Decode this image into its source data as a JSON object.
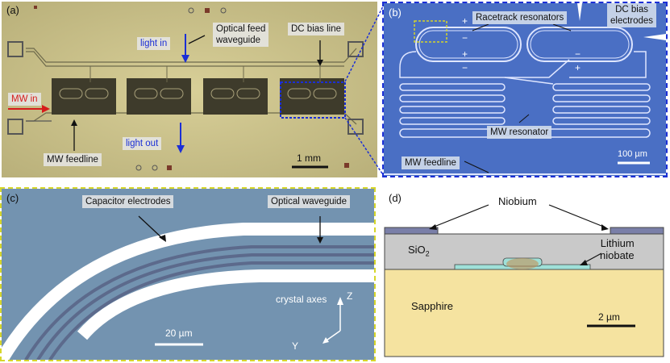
{
  "panels": {
    "a": {
      "label": "(a)",
      "optical_feed_waveguide": "Optical feed\nwaveguide",
      "optical_feed_line1": "Optical feed",
      "optical_feed_line2": "waveguide",
      "dc_bias_line": "DC bias line",
      "light_in": "light in",
      "light_out": "light out",
      "mw_in": "MW in",
      "mw_feedline": "MW feedline",
      "scale_bar": "1 mm"
    },
    "b": {
      "label": "(b)",
      "racetrack_resonators": "Racetrack resonators",
      "dc_bias_line1": "DC bias",
      "dc_bias_line2": "electrodes",
      "mw_resonator": "MW resonator",
      "mw_feedline": "MW feedline",
      "scale_bar": "100 µm",
      "plus": "+",
      "minus": "−"
    },
    "c": {
      "label": "(c)",
      "capacitor_electrodes": "Capacitor electrodes",
      "optical_waveguide": "Optical waveguide",
      "crystal_axes": "crystal axes",
      "axis_z": "Z",
      "axis_y": "Y",
      "scale_bar": "20 µm"
    },
    "d": {
      "label": "(d)",
      "niobium": "Niobium",
      "sio2": "SiO",
      "sio2_sub": "2",
      "lithium_line1": "Lithium",
      "lithium_line2": "niobate",
      "sapphire": "Sapphire",
      "scale_bar": "2 µm"
    }
  },
  "colors": {
    "chip_bg": "#c9c08a",
    "chip_dark": "#3d3a2a",
    "blue_micro": "#4a6fc4",
    "arrow_blue": "#1b2fd6",
    "arrow_red": "#d61b1b",
    "outline_dotted_blue": "#1b2fd6",
    "outline_dotted_yellow": "#d6d62a",
    "sapphire": "#f5e3a0",
    "sio2": "#c9c9c9",
    "niobium": "#7a7fa8",
    "lithium": "#9fe0d8"
  }
}
